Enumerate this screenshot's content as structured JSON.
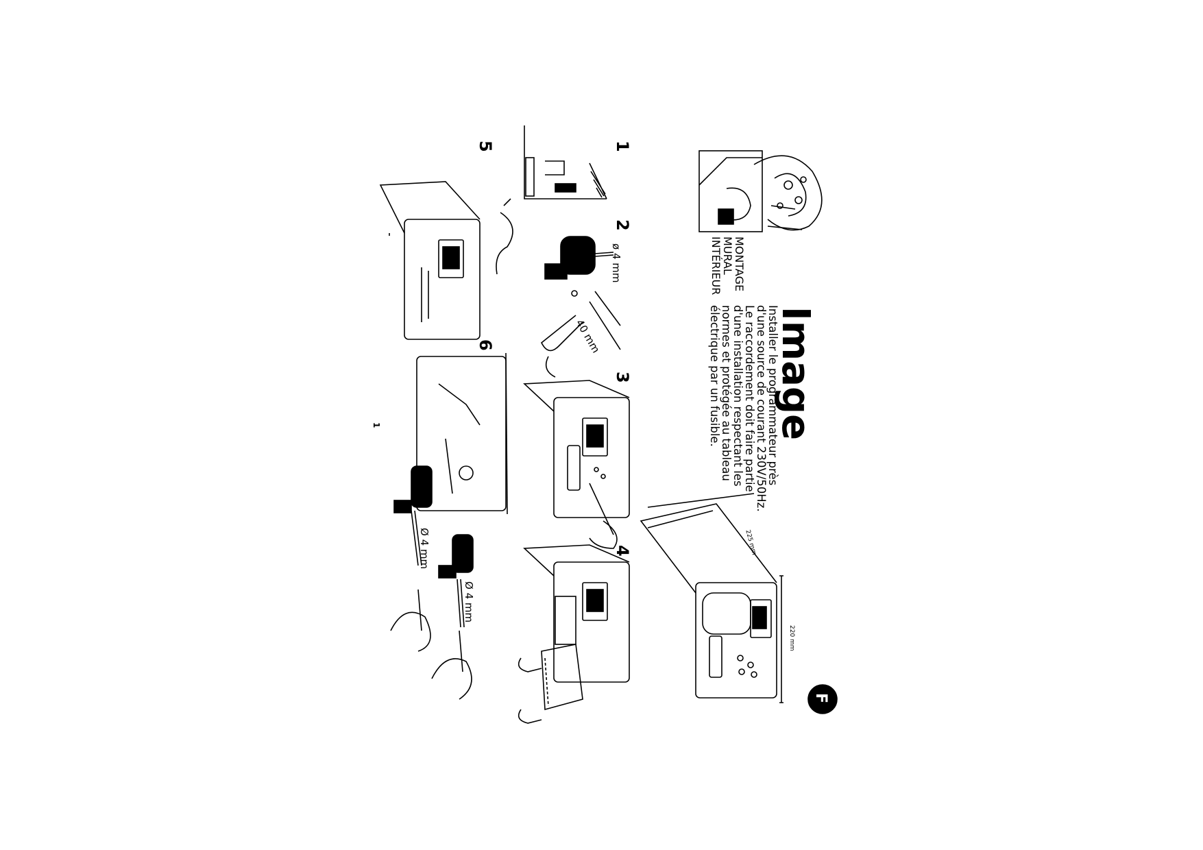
{
  "section_badge": "F",
  "title": "Image",
  "intro_lines": [
    "Installer le programmateur près",
    "d'une source de courant 230V/50Hz.",
    "Le raccordement doit faire partie",
    "d'une installation respectant les",
    "normes et protégée au tableau",
    "électrique par un fusible."
  ],
  "montage_lines": [
    "MONTAGE",
    "MURAL",
    "INTÉRIEUR"
  ],
  "dimensions": {
    "width": "225 mm",
    "height": "220 mm"
  },
  "steps": {
    "s1": "1",
    "s2": "2",
    "s3": "3",
    "s4": "4",
    "s5": "5",
    "s6": "6"
  },
  "measures": {
    "drill_step2": "ø 4 mm",
    "length_step2": "40 mm",
    "drill_step6a": "Ø 4 mm",
    "drill_step6b": "Ø 4 mm"
  },
  "page_number": "1"
}
